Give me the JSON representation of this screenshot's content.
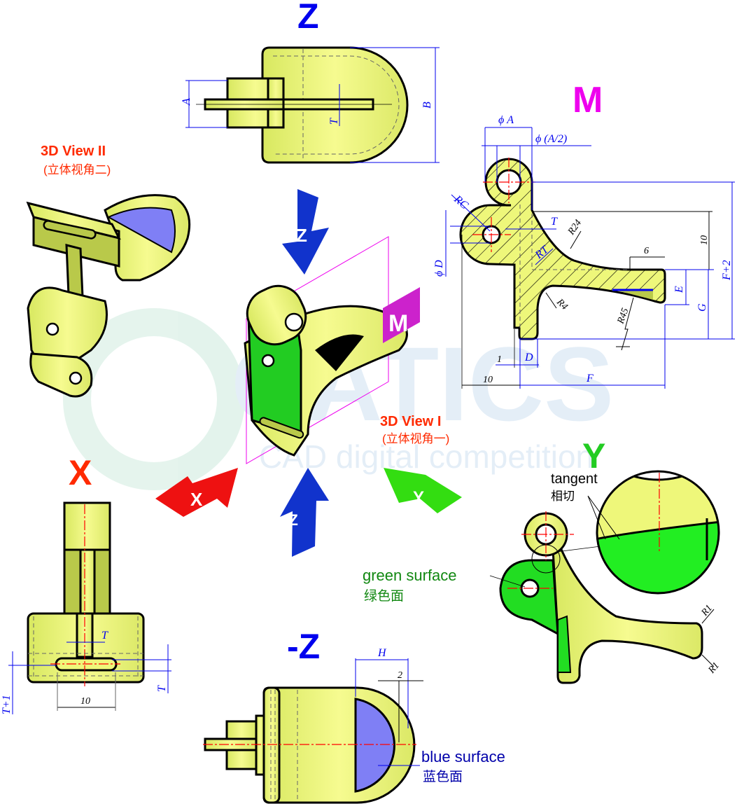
{
  "watermark": {
    "brand": "CATICS",
    "subtitle": "CAD digital competition"
  },
  "views": {
    "top_z": {
      "title": "Z",
      "dims": {
        "a": "A",
        "b": "B",
        "t": "T"
      }
    },
    "view_ii": {
      "title": "3D View II",
      "subtitle": "(立体视角二)"
    },
    "section_m": {
      "title": "M",
      "dims": {
        "phi_a": "ϕ A",
        "phi_a2": "ϕ (A/2)",
        "rc": "RC",
        "t": "T",
        "r24": "R24",
        "rt": "RT",
        "ten_v": "10",
        "six": "6",
        "f2": "F+2",
        "phi_d": "ϕ D",
        "e": "E",
        "g": "G",
        "r4": "R4",
        "r45": "R45",
        "one": "1",
        "d": "D",
        "ten_h": "10",
        "f": "F"
      }
    },
    "center_3d": {
      "arrow_z": "Z",
      "flag_m": "M",
      "arrow_x": "X",
      "arrow_neg_z": "-Z",
      "arrow_y": "Y"
    },
    "view_i": {
      "title": "3D View I",
      "subtitle": "(立体视角一)"
    },
    "x_view": {
      "title": "X",
      "dims": {
        "t": "T",
        "t1": "T+1",
        "ten": "10",
        "t_right": "T"
      }
    },
    "neg_z_view": {
      "title": "-Z",
      "dims": {
        "h": "H",
        "two": "2"
      },
      "callout": "blue surface",
      "callout_cn": "蓝色面"
    },
    "y_view": {
      "title": "Y",
      "tangent": "tangent",
      "tangent_cn": "相切",
      "callout": "green surface",
      "callout_cn": "绿色面",
      "r1_top": "R1",
      "r1_bottom": "R1"
    }
  },
  "colors": {
    "blue_label": "#0000ee",
    "magenta": "#ee00ee",
    "red": "#ff2a00",
    "green": "#00cc00",
    "part": "#eef77a",
    "blue_surface": "#7f7ff5"
  }
}
